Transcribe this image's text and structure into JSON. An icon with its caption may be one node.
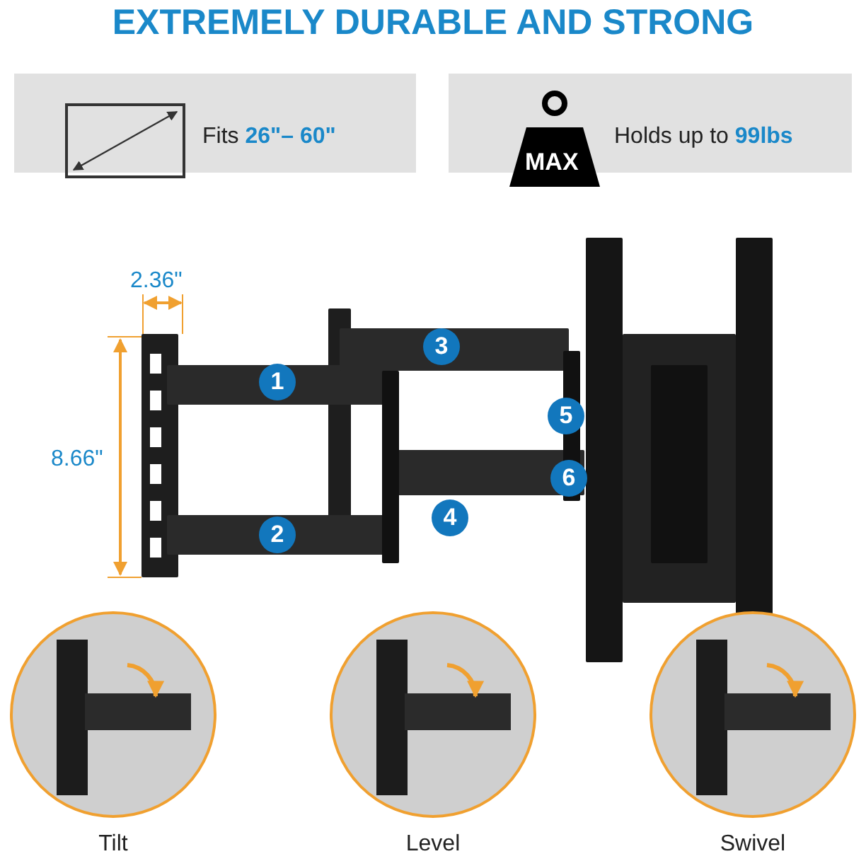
{
  "diagram": {
    "title": "EXTREMELY DURABLE AND STRONG",
    "labels": [
      "Fits **26\"– 60\"**",
      "MAX",
      "Holds up to **99lbs**",
      "2.36\"",
      "8.66\"",
      "1",
      "2",
      "3",
      "4",
      "5",
      "6",
      "Tilt",
      "Level",
      "Swivel"
    ]
  }
}
